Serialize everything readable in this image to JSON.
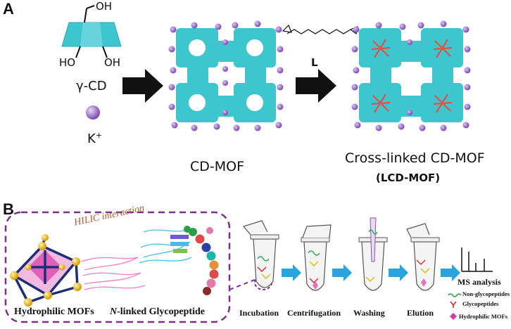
{
  "panel_a": {
    "letter": "A",
    "oh_top": "OH",
    "ho_left": "HO",
    "oh_right": "OH",
    "gamma_cd": "γ-CD",
    "potassium": "K",
    "potassium_sup": "+",
    "cd_mof": "CD-MOF",
    "linker_label": "L",
    "crosslinked": "Cross-linked CD-MOF",
    "lcd_mof": "(LCD-MOF)"
  },
  "panel_b": {
    "letter": "B",
    "hilic": "HILIC interaction",
    "hydrophilic_mofs": "Hydrophilic MOFs",
    "n_italic": "N",
    "glyco_rest": "-linked Glycopeptide",
    "steps": [
      "Incubation",
      "Centrifugation",
      "Washing",
      "Elution"
    ],
    "ms_analysis": "MS analysis",
    "legend": {
      "non_glyco": "Non-glycopeptides",
      "glyco": "Glycopeptides",
      "mofs": "Hydrophilic MOFs"
    }
  },
  "colors": {
    "cyan": "#3ec6cf",
    "purple": "#9b6dc9",
    "dashed_border": "#7b2f8f",
    "arrow_blue": "#29a3dc",
    "green_line": "#2aa84a",
    "red_glyco": "#e3262a",
    "hilic_text": "#b25a2e"
  }
}
